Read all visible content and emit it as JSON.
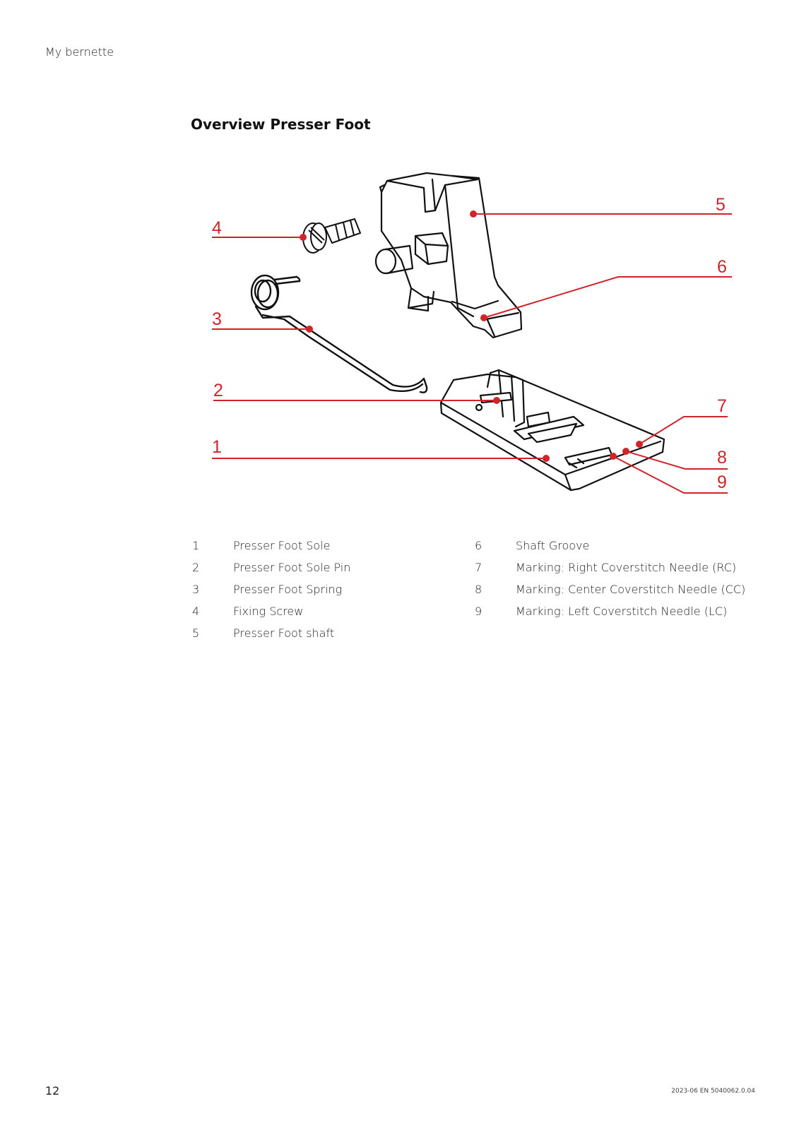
{
  "header": {
    "running_title": "My bernette"
  },
  "section": {
    "title": "Overview Presser Foot"
  },
  "figure": {
    "accent_color": "#d2232a",
    "callouts": [
      "1",
      "2",
      "3",
      "4",
      "5",
      "6",
      "7",
      "8",
      "9"
    ]
  },
  "legend": {
    "left": [
      {
        "num": "1",
        "label": "Presser Foot Sole"
      },
      {
        "num": "2",
        "label": "Presser Foot Sole Pin"
      },
      {
        "num": "3",
        "label": "Presser Foot Spring"
      },
      {
        "num": "4",
        "label": "Fixing Screw"
      },
      {
        "num": "5",
        "label": "Presser Foot shaft"
      }
    ],
    "right": [
      {
        "num": "6",
        "label": "Shaft Groove"
      },
      {
        "num": "7",
        "label": "Marking: Right Coverstitch Needle (RC)"
      },
      {
        "num": "8",
        "label": "Marking: Center Coverstitch Needle (CC)"
      },
      {
        "num": "9",
        "label": "Marking: Left Coverstitch Needle (LC)"
      }
    ]
  },
  "footer": {
    "page_number": "12",
    "doc_code": "2023-06 EN 5040062.0.04"
  }
}
